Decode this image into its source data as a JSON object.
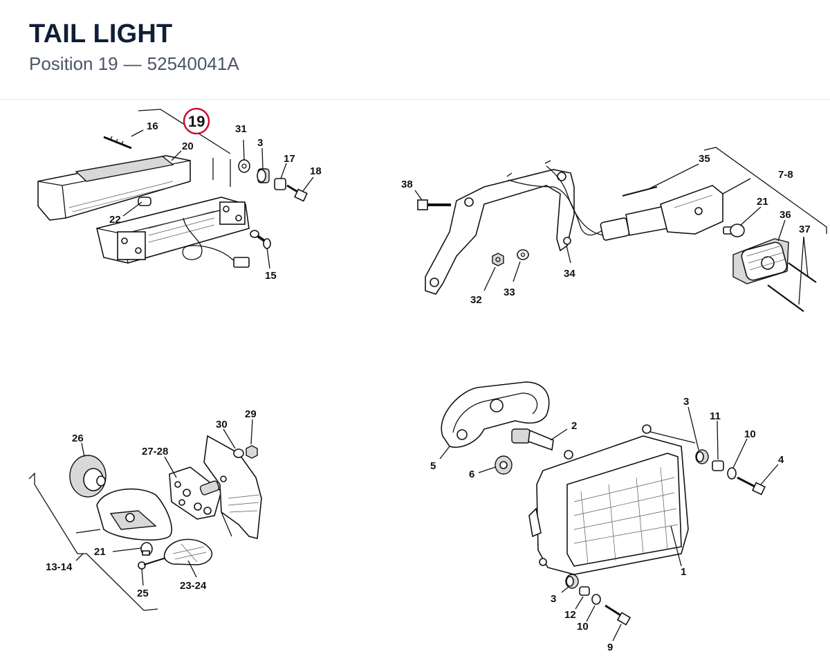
{
  "header": {
    "title": "TAIL LIGHT",
    "position_label": "Position 19",
    "separator": "—",
    "part_number": "52540041A"
  },
  "highlight": {
    "callout": "19",
    "ring_color": "#c8102e"
  },
  "callouts": {
    "tail": [
      "16",
      "20",
      "31",
      "3",
      "17",
      "18",
      "22",
      "15"
    ],
    "signal_rear": [
      "38",
      "35",
      "7-8",
      "21",
      "36",
      "37",
      "32",
      "33",
      "34"
    ],
    "signal_front": [
      "26",
      "27-28",
      "30",
      "29",
      "21",
      "13-14",
      "25",
      "23-24"
    ],
    "headlight": [
      "2",
      "5",
      "6",
      "3",
      "11",
      "10",
      "4",
      "1",
      "3",
      "12",
      "10",
      "9"
    ]
  }
}
